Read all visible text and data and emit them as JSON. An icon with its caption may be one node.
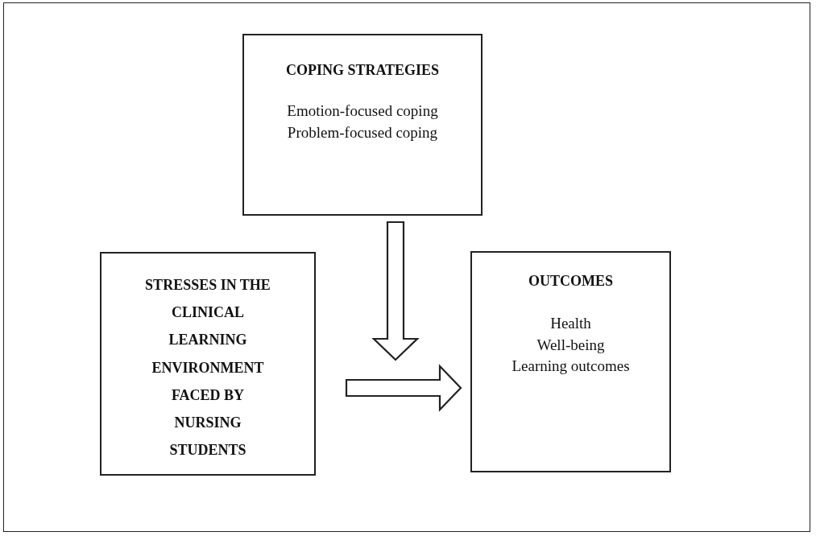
{
  "diagram": {
    "nodes": [
      {
        "text": [
          "COPING STRATEGIES",
          "Emotion-focused coping",
          "Problem-focused coping"
        ]
      },
      {
        "text": [
          "STRESSES IN THE CLINICAL LEARNING ENVIRONMENT FACED BY NURSING STUDENTS"
        ]
      },
      {
        "text": [
          "OUTCOMES",
          "Health",
          "Well-being",
          "Learning outcomes"
        ]
      }
    ],
    "edges": [
      {
        "from": 0,
        "to": null,
        "arrow": "to"
      },
      {
        "from": 1,
        "to": 2,
        "arrow": "to"
      }
    ]
  }
}
